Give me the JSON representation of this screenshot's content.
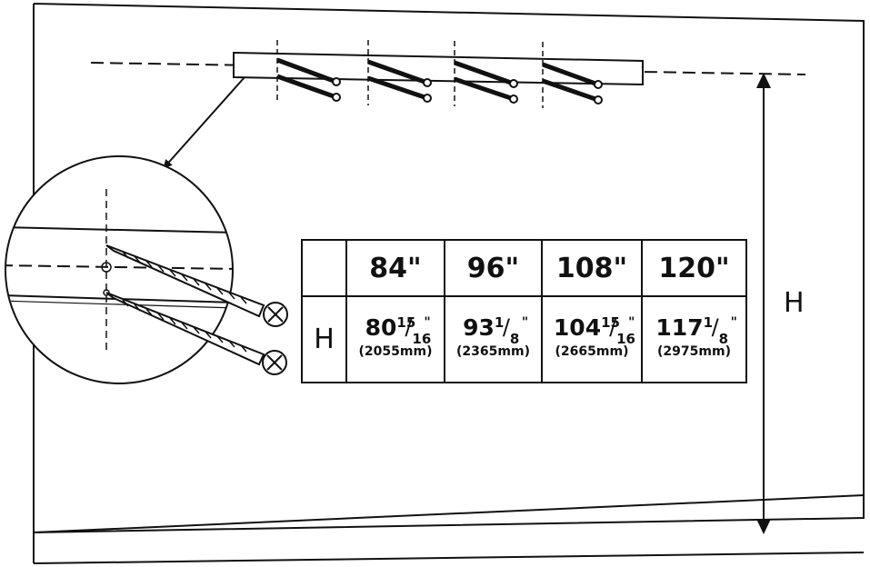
{
  "dimension_label": "H",
  "table": {
    "row_header": "H",
    "sizes": [
      "84\"",
      "96\"",
      "108\"",
      "120\""
    ],
    "heights": [
      {
        "whole": "80",
        "num": "15",
        "den": "16",
        "unit": "\"",
        "mm": "(2055mm)"
      },
      {
        "whole": "93",
        "num": "1",
        "den": "8",
        "unit": "\"",
        "mm": "(2365mm)"
      },
      {
        "whole": "104",
        "num": "15",
        "den": "16",
        "unit": "\"",
        "mm": "(2665mm)"
      },
      {
        "whole": "117",
        "num": "1",
        "den": "8",
        "unit": "\"",
        "mm": "(2975mm)"
      }
    ]
  }
}
